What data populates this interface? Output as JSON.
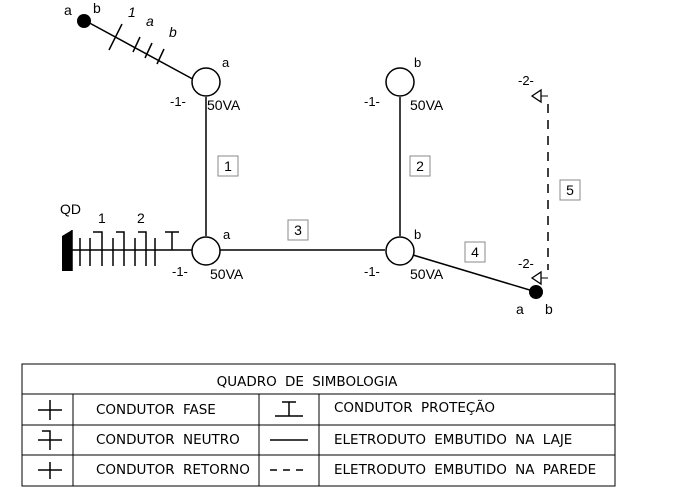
{
  "diagram": {
    "panel_label": "QD",
    "circuit_numbers": [
      "1",
      "2"
    ],
    "loads": [
      {
        "circuit": "-1-",
        "switch": "a",
        "power": "50VA"
      },
      {
        "circuit": "-1-",
        "switch": "b",
        "power": "50VA"
      },
      {
        "circuit": "-1-",
        "switch": "a",
        "power": "50VA"
      },
      {
        "circuit": "-1-",
        "switch": "b",
        "power": "50VA"
      }
    ],
    "switch_point": {
      "label_left": "a",
      "label_right": "b"
    },
    "wire_marks": {
      "n": "1",
      "a": "a",
      "b": "b"
    },
    "segments": [
      "1",
      "2",
      "3",
      "4",
      "5"
    ],
    "switch_terminals": [
      {
        "circuit": "-2-"
      },
      {
        "circuit": "-2-"
      }
    ],
    "bottom_switch": {
      "label_left": "a",
      "label_right": "b"
    }
  },
  "legend": {
    "title": "QUADRO DE SIMBOLOGIA",
    "rows": [
      {
        "left": "CONDUTOR FASE",
        "right": "CONDUTOR PROTEÇÃO"
      },
      {
        "left": "CONDUTOR NEUTRO",
        "right": "ELETRODUTO EMBUTIDO NA LAJE"
      },
      {
        "left": "CONDUTOR RETORNO",
        "right": "ELETRODUTO EMBUTIDO NA PAREDE"
      }
    ]
  }
}
